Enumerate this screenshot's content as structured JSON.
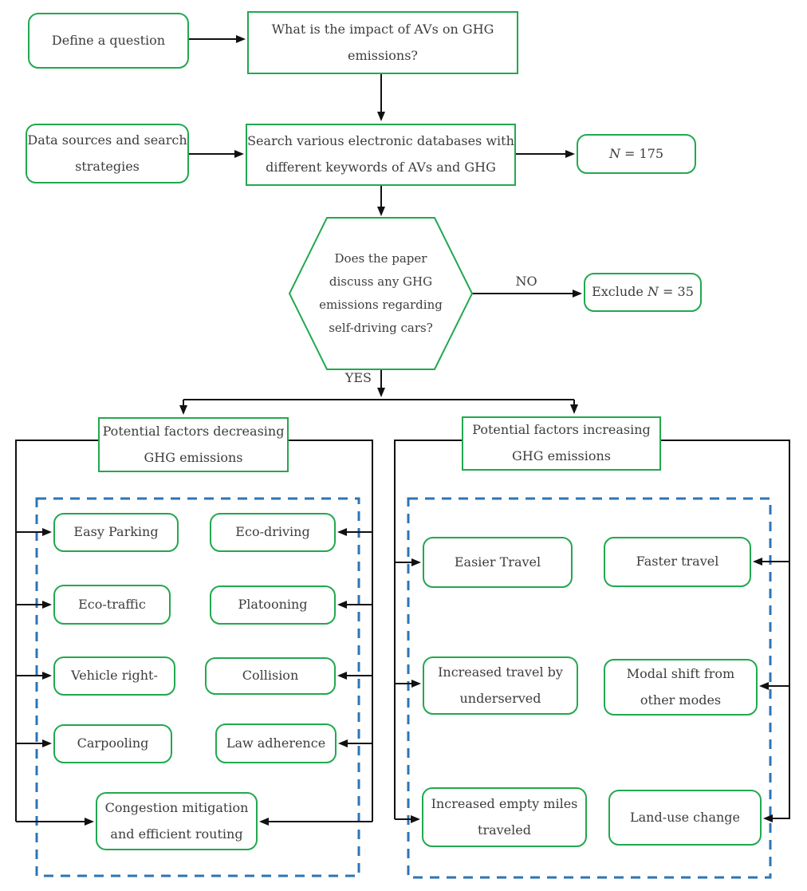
{
  "figure": {
    "labels": {
      "no": "NO",
      "yes": "YES"
    },
    "nodes": {
      "define_question": {
        "lines": [
          "Define a question"
        ]
      },
      "impact_question": {
        "lines": [
          "What is the impact of AVs on GHG",
          "emissions?"
        ]
      },
      "data_sources": {
        "lines": [
          "Data sources and search",
          "strategies"
        ]
      },
      "search_databases": {
        "lines": [
          "Search various electronic databases with",
          "different keywords of AVs and GHG"
        ]
      },
      "n_total": {
        "n": "N",
        "post": " = 175"
      },
      "screening_question": {
        "lines": [
          "Does the paper",
          "discuss any GHG",
          "emissions regarding",
          "self-driving cars?"
        ]
      },
      "exclude": {
        "pre": "Exclude ",
        "n": "N",
        "post": " = 35"
      },
      "decreasing_header": {
        "lines": [
          "Potential factors decreasing",
          "GHG emissions"
        ]
      },
      "increasing_header": {
        "lines": [
          "Potential factors increasing",
          "GHG emissions"
        ]
      },
      "easy_parking": {
        "lines": [
          "Easy Parking"
        ]
      },
      "eco_driving": {
        "lines": [
          "Eco-driving"
        ]
      },
      "eco_traffic": {
        "lines": [
          "Eco-traffic"
        ]
      },
      "platooning": {
        "lines": [
          "Platooning"
        ]
      },
      "vehicle_right": {
        "lines": [
          "Vehicle right-"
        ]
      },
      "collision": {
        "lines": [
          "Collision"
        ]
      },
      "carpooling": {
        "lines": [
          "Carpooling"
        ]
      },
      "law_adherence": {
        "lines": [
          "Law adherence"
        ]
      },
      "congestion": {
        "lines": [
          "Congestion mitigation",
          "and efficient routing"
        ]
      },
      "easier_travel": {
        "lines": [
          "Easier Travel"
        ]
      },
      "faster_travel": {
        "lines": [
          "Faster travel"
        ]
      },
      "increased_travel": {
        "lines": [
          "Increased travel by",
          "underserved"
        ]
      },
      "modal_shift": {
        "lines": [
          "Modal shift from",
          "other modes"
        ]
      },
      "increased_empty": {
        "lines": [
          "Increased empty miles",
          "traveled"
        ]
      },
      "land_use": {
        "lines": [
          "Land-use change"
        ]
      }
    },
    "colors": {
      "box_border": "#22a84f",
      "dashed_border": "#2e74b5",
      "connector": "#111111",
      "text": "#3d3d3d"
    }
  }
}
